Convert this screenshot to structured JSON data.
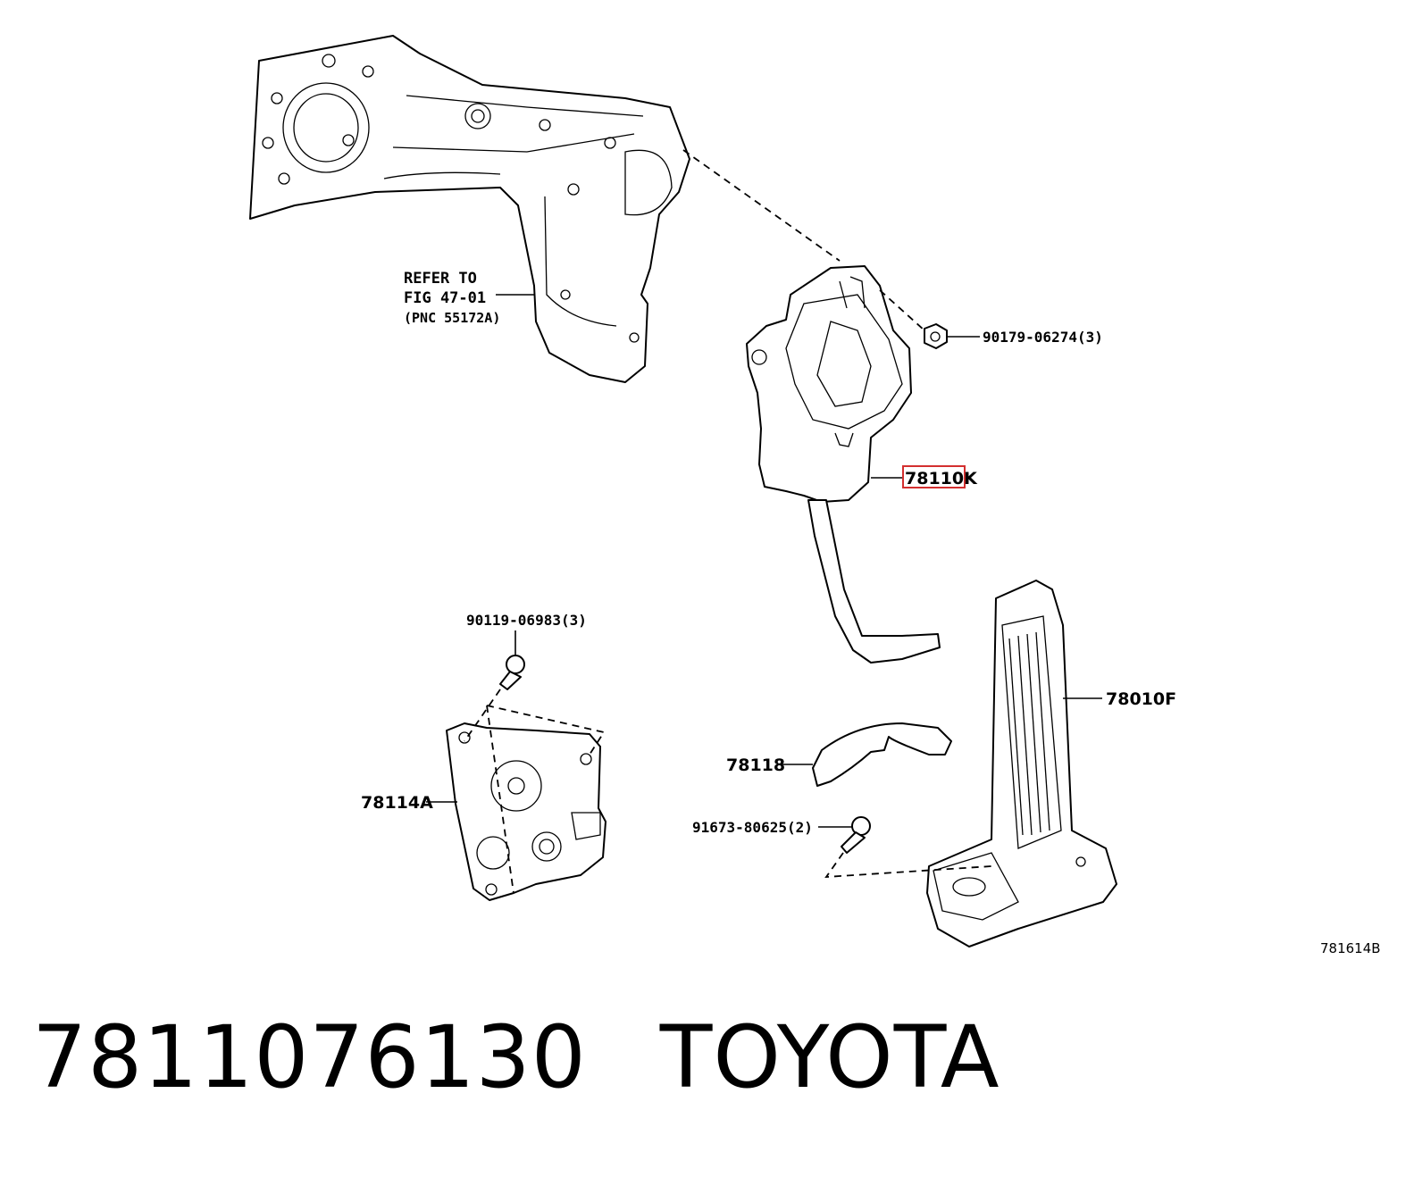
{
  "diagram": {
    "refer_note": [
      "REFER TO",
      "FIG 47-01",
      "(PNC 55172A)"
    ],
    "callouts": {
      "nut": "90179-06274(3)",
      "sensor": "78110K",
      "bolt_upper": "90119-06983(3)",
      "pedal": "78010F",
      "cover": "78118",
      "bracket": "78114A",
      "bolt_lower": "91673-80625(2)"
    },
    "illustration_code": "781614B",
    "highlight_color": "#d32f2f"
  },
  "caption": {
    "part_number": "7811076130",
    "brand": "TOYOTA"
  }
}
